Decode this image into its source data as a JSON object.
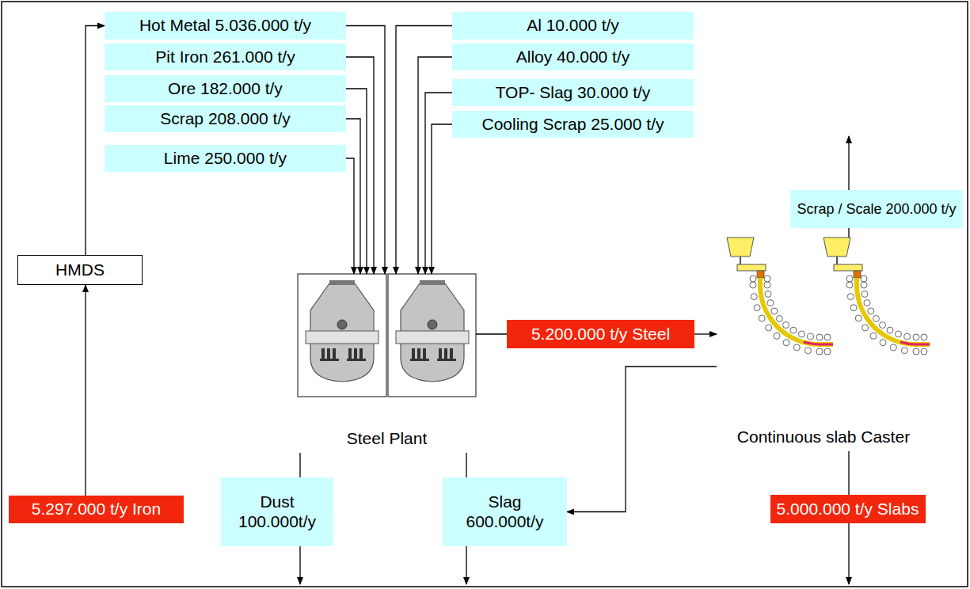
{
  "diagram": {
    "nodes": [
      {
        "text": [
          "Hot Metal 5.036.000 t/y"
        ]
      },
      {
        "text": [
          "Pit Iron 261.000 t/y"
        ]
      },
      {
        "text": [
          "Ore 182.000 t/y"
        ]
      },
      {
        "text": [
          "Scrap 208.000 t/y"
        ]
      },
      {
        "text": [
          "Lime 250.000 t/y"
        ]
      },
      {
        "text": [
          "Al 10.000 t/y"
        ]
      },
      {
        "text": [
          "Alloy 40.000 t/y"
        ]
      },
      {
        "text": [
          "TOP- Slag 30.000 t/y"
        ]
      },
      {
        "text": [
          "Cooling Scrap 25.000 t/y"
        ]
      },
      {
        "text": [
          "HMDS"
        ]
      },
      {
        "text": [
          "Steel Plant"
        ]
      },
      {
        "text": [
          "5.200.000 t/y Steel"
        ]
      },
      {
        "text": [
          "Scrap / Scale 200.000 t/y"
        ]
      },
      {
        "text": [
          "Continuous slab Caster"
        ]
      },
      {
        "text": [
          "5.297.000 t/y Iron"
        ]
      },
      {
        "text": [
          "Dust 100.000t/y"
        ]
      },
      {
        "text": [
          "Slag 600.000t/y"
        ]
      },
      {
        "text": [
          "5.000.000 t/y Slabs"
        ]
      }
    ],
    "edges": [
      {
        "from": 14,
        "to": 9,
        "arrow": "to"
      },
      {
        "from": 9,
        "to": 0,
        "arrow": "to"
      },
      {
        "from": 0,
        "to": 10,
        "arrow": "to"
      },
      {
        "from": 1,
        "to": 10,
        "arrow": "to"
      },
      {
        "from": 2,
        "to": 10,
        "arrow": "to"
      },
      {
        "from": 3,
        "to": 10,
        "arrow": "to"
      },
      {
        "from": 4,
        "to": 10,
        "arrow": "to"
      },
      {
        "from": 5,
        "to": 10,
        "arrow": "to"
      },
      {
        "from": 6,
        "to": 10,
        "arrow": "to"
      },
      {
        "from": 7,
        "to": 10,
        "arrow": "to"
      },
      {
        "from": 8,
        "to": 10,
        "arrow": "to"
      },
      {
        "from": 10,
        "to": 11,
        "arrow": "none"
      },
      {
        "from": 11,
        "to": 13,
        "arrow": "to"
      },
      {
        "from": 13,
        "to": 12,
        "arrow": "none"
      },
      {
        "from": 13,
        "to": 16,
        "arrow": "to"
      },
      {
        "from": 13,
        "to": 17,
        "arrow": "none"
      },
      {
        "from": 10,
        "to": 15,
        "arrow": "none"
      },
      {
        "from": 10,
        "to": 16,
        "arrow": "none"
      }
    ]
  }
}
